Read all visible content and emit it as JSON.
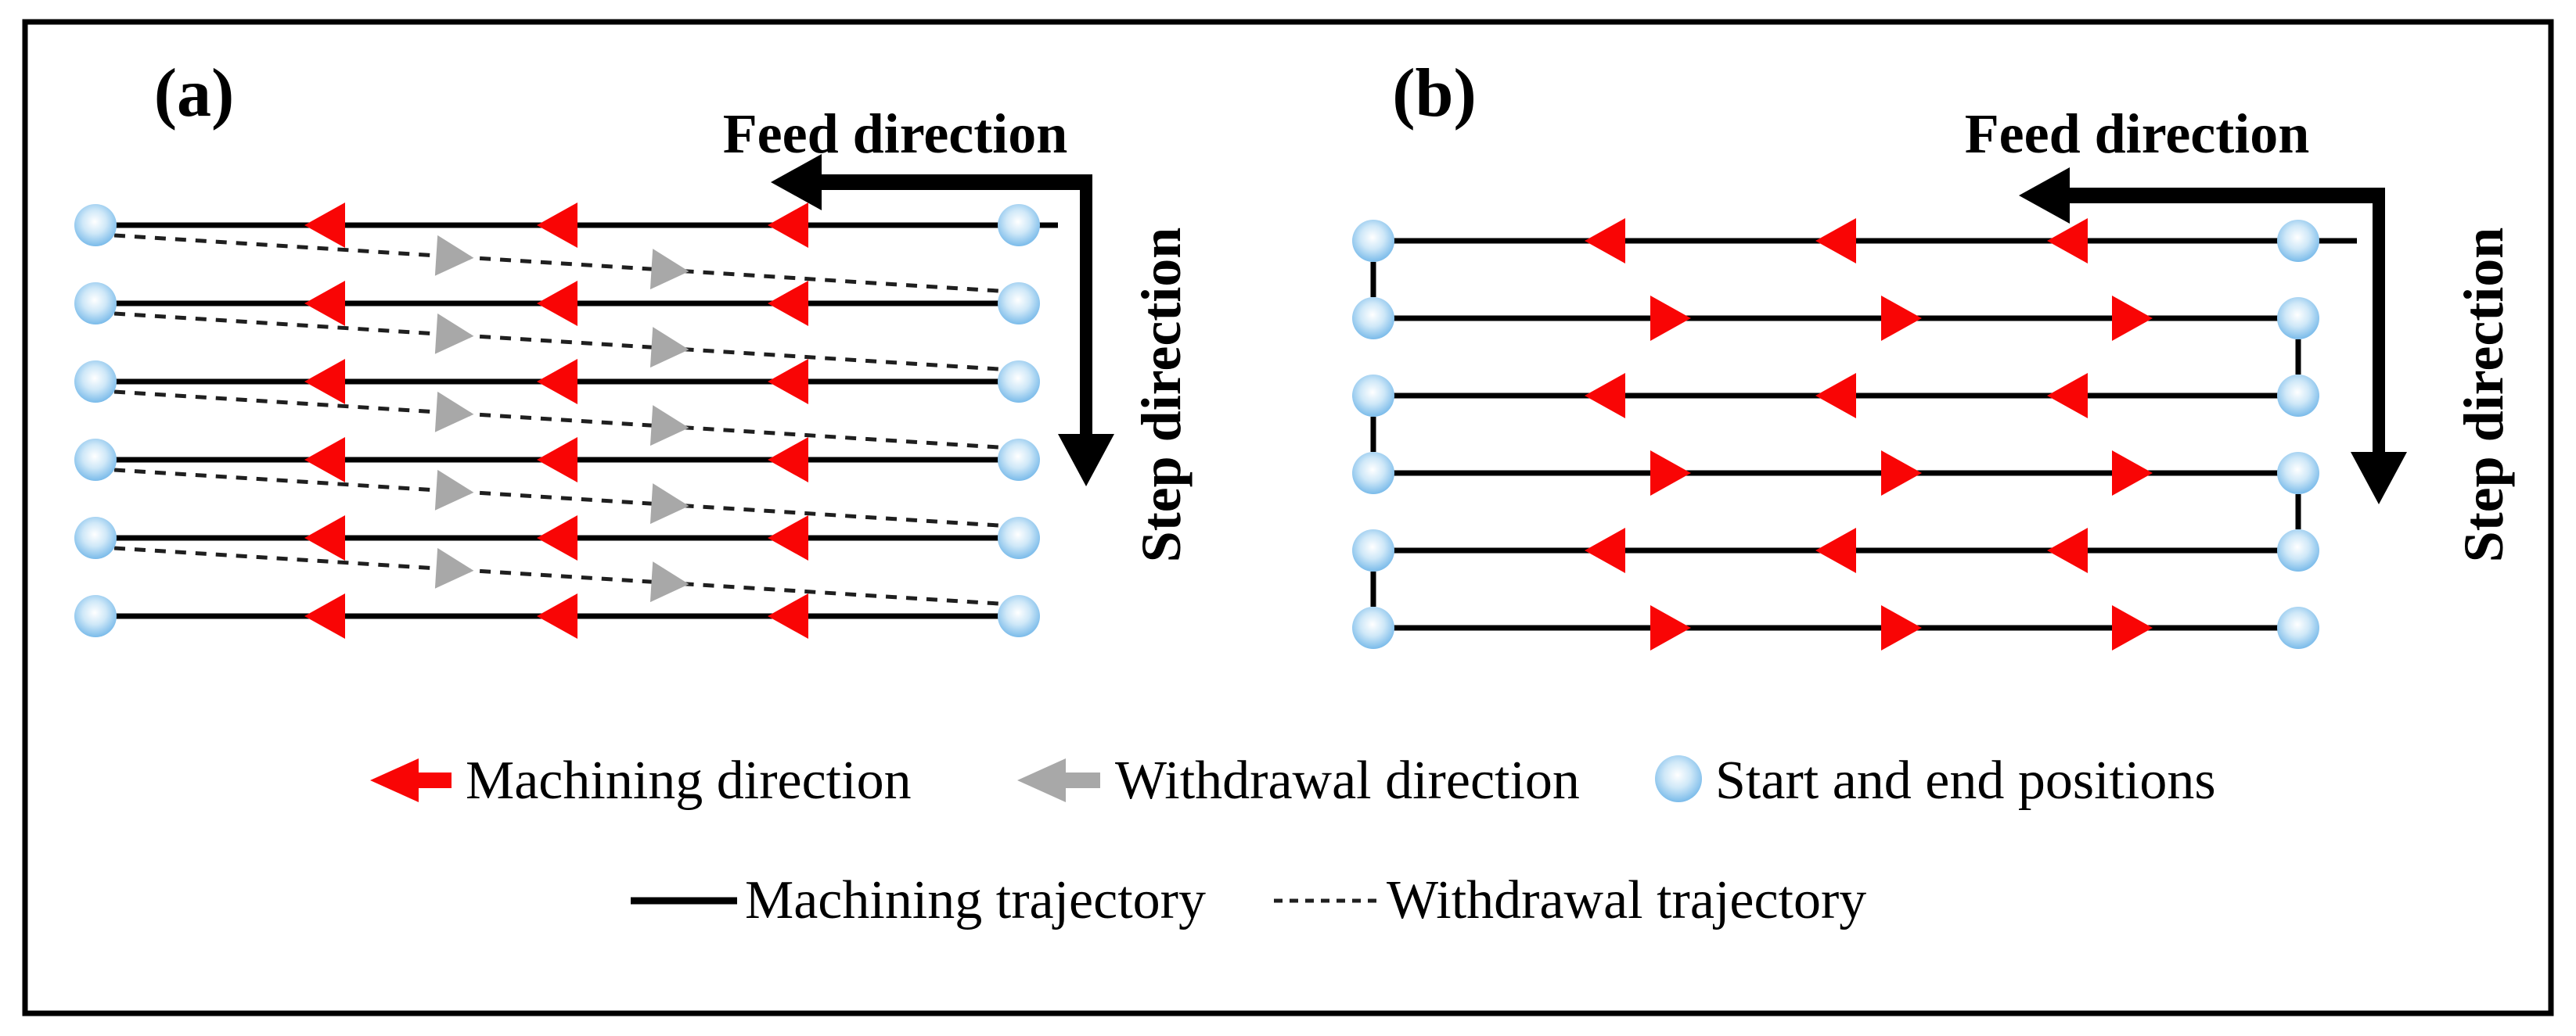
{
  "figure": {
    "kind": "machining-toolpath-strategies-diagram",
    "background": "#ffffff"
  },
  "colors": {
    "machining": "#f90505",
    "withdrawal": "#a8a8a8",
    "line": "#000000",
    "trajectory_dash": "#1f1f1f",
    "marker_center": "#ffffff",
    "marker_mid": "#cfe8f8",
    "marker_edge": "#6fb5e8",
    "text": "#000000"
  },
  "panels": {
    "a": {
      "label": "(a)",
      "feed_label": "Feed direction",
      "step_label": "Step direction",
      "pattern": "unidirectional",
      "rows": 6,
      "machining_arrows_per_row": 3,
      "row_directions": [
        "left",
        "left",
        "left",
        "left",
        "left",
        "left"
      ],
      "withdrawal_links": 5,
      "withdrawal_arrows_per_link": 2
    },
    "b": {
      "label": "(b)",
      "feed_label": "Feed direction",
      "step_label": "Step direction",
      "pattern": "zigzag",
      "rows": 6,
      "machining_arrows_per_row": 3,
      "row_directions": [
        "left",
        "right",
        "left",
        "right",
        "left",
        "right"
      ],
      "connectors": [
        {
          "side": "left",
          "from": 0,
          "to": 1
        },
        {
          "side": "right",
          "from": 1,
          "to": 2
        },
        {
          "side": "left",
          "from": 2,
          "to": 3
        },
        {
          "side": "right",
          "from": 3,
          "to": 4
        },
        {
          "side": "left",
          "from": 4,
          "to": 5
        }
      ]
    }
  },
  "legend": {
    "machining_direction": "Machining direction",
    "withdrawal_direction": "Withdrawal direction",
    "start_end_positions": "Start and end positions",
    "machining_trajectory": "Machining trajectory",
    "withdrawal_trajectory": "Withdrawal trajectory"
  }
}
